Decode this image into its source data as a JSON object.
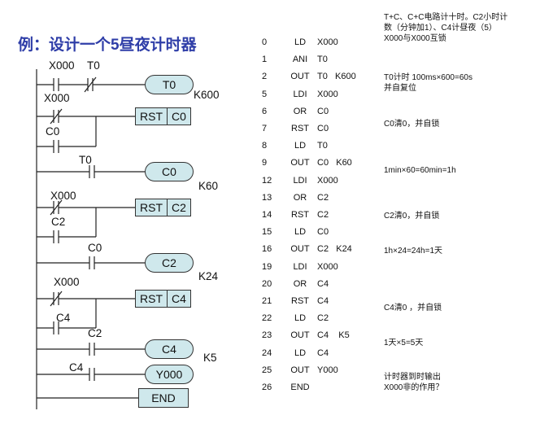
{
  "title": {
    "prefix": "例：设计一个",
    "num": "5",
    "suffix": "昼夜计时器"
  },
  "ladder": {
    "contacts": [
      "X000",
      "T0",
      "X000",
      "C0",
      "T0",
      "X000",
      "C2",
      "C0",
      "X000",
      "C4",
      "C2",
      "C4"
    ],
    "coils": [
      "T0",
      "C0",
      "C2",
      "C4",
      "Y000"
    ],
    "rst": [
      [
        "RST",
        "C0"
      ],
      [
        "RST",
        "C2"
      ],
      [
        "RST",
        "C4"
      ]
    ],
    "k": [
      "K600",
      "K60",
      "K24",
      "K5"
    ],
    "end": "END"
  },
  "instructions": [
    {
      "step": "0",
      "op": "LD",
      "arg": "X000"
    },
    {
      "step": "1",
      "op": "ANI",
      "arg": "T0"
    },
    {
      "step": "2",
      "op": "OUT",
      "arg": "T0   K600"
    },
    {
      "step": "5",
      "op": "LDI",
      "arg": "X000"
    },
    {
      "step": "6",
      "op": "OR",
      "arg": "C0"
    },
    {
      "step": "7",
      "op": "RST",
      "arg": "C0"
    },
    {
      "step": "8",
      "op": "LD",
      "arg": "T0"
    },
    {
      "step": "9",
      "op": "OUT",
      "arg": "C0   K60"
    },
    {
      "step": "12",
      "op": "LDI",
      "arg": "X000"
    },
    {
      "step": "13",
      "op": "OR",
      "arg": "C2"
    },
    {
      "step": "14",
      "op": "RST",
      "arg": "C2"
    },
    {
      "step": "15",
      "op": "LD",
      "arg": "C0"
    },
    {
      "step": "16",
      "op": "OUT",
      "arg": "C2   K24"
    },
    {
      "step": "19",
      "op": "LDI",
      "arg": "X000"
    },
    {
      "step": "20",
      "op": "OR",
      "arg": "C4"
    },
    {
      "step": "21",
      "op": "RST",
      "arg": "C4"
    },
    {
      "step": "22",
      "op": "LD",
      "arg": "C2"
    },
    {
      "step": "23",
      "op": "OUT",
      "arg": "C4    K5"
    },
    {
      "step": "24",
      "op": "LD",
      "arg": "C4"
    },
    {
      "step": "25",
      "op": "OUT",
      "arg": "Y000"
    },
    {
      "step": "26",
      "op": "END",
      "arg": ""
    }
  ],
  "comments": {
    "c1_l1": "T+C、C+C电路计十时。C2小时计",
    "c1_l2": "数（分钟加1）、C4计昼夜（5）",
    "c1_l3": "X000与X000互锁",
    "c2_l1": "T0计时    100ms×600=60s",
    "c2_l2": "并自复位",
    "c3": "C0清0，并自锁",
    "c4": "1min×60=60min=1h",
    "c5": "C2清0，并自锁",
    "c6": "1h×24=24h=1天",
    "c7": "C4清0 ，并自锁",
    "c8": "1天×5=5天",
    "c9_l1": "计时器到时输出",
    "c9_l2": "X000非的作用？"
  }
}
